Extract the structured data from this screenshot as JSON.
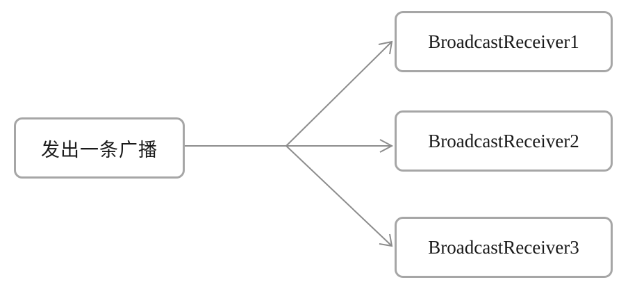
{
  "source": {
    "label": "发出一条广播"
  },
  "receivers": [
    {
      "label": "BroadcastReceiver1"
    },
    {
      "label": "BroadcastReceiver2"
    },
    {
      "label": "BroadcastReceiver3"
    }
  ],
  "colors": {
    "box_border": "#a6a6a6",
    "connector": "#8c8c8c",
    "text": "#1a1a1a"
  }
}
